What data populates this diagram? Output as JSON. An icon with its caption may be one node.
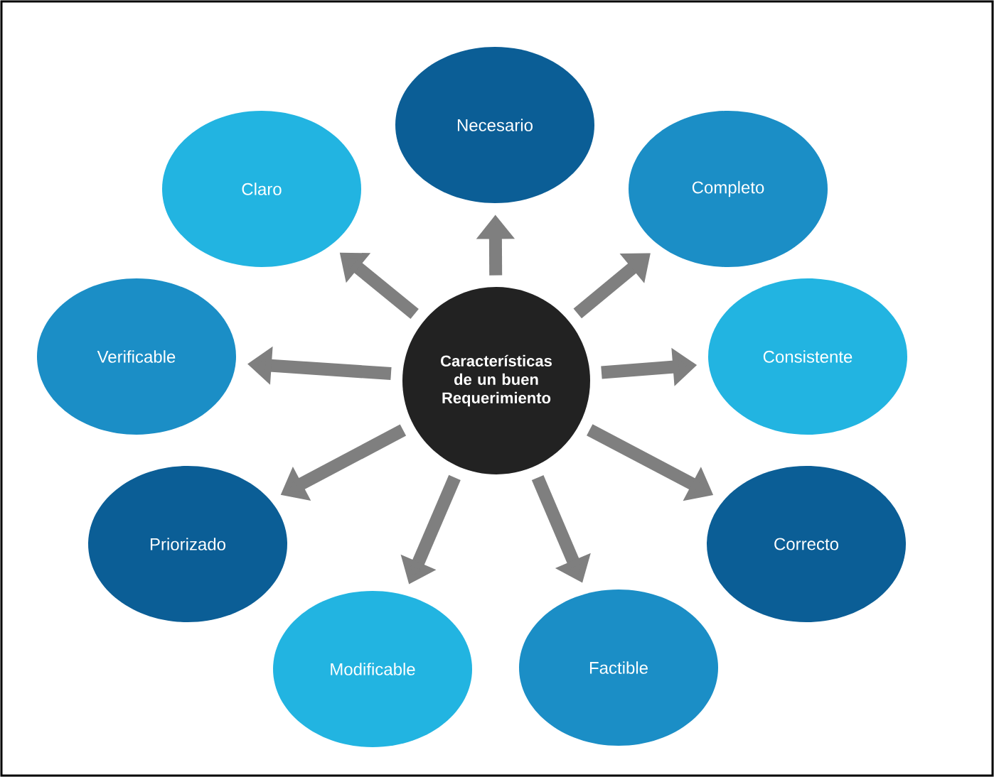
{
  "diagram": {
    "nodes": [
      {
        "text": [
          "Características de un buen Requerimiento"
        ]
      },
      {
        "text": [
          "Necesario"
        ]
      },
      {
        "text": [
          "Completo"
        ]
      },
      {
        "text": [
          "Consistente"
        ]
      },
      {
        "text": [
          "Correcto"
        ]
      },
      {
        "text": [
          "Factible"
        ]
      },
      {
        "text": [
          "Modificable"
        ]
      },
      {
        "text": [
          "Priorizado"
        ]
      },
      {
        "text": [
          "Verificable"
        ]
      },
      {
        "text": [
          "Claro"
        ]
      }
    ],
    "edges": [
      {
        "from": 0,
        "to": 1,
        "arrow": "to"
      },
      {
        "from": 0,
        "to": 2,
        "arrow": "to"
      },
      {
        "from": 0,
        "to": 3,
        "arrow": "to"
      },
      {
        "from": 0,
        "to": 4,
        "arrow": "to"
      },
      {
        "from": 0,
        "to": 5,
        "arrow": "to"
      },
      {
        "from": 0,
        "to": 6,
        "arrow": "to"
      },
      {
        "from": 0,
        "to": 7,
        "arrow": "to"
      },
      {
        "from": 0,
        "to": 8,
        "arrow": "to"
      },
      {
        "from": 0,
        "to": 9,
        "arrow": "to"
      }
    ]
  }
}
